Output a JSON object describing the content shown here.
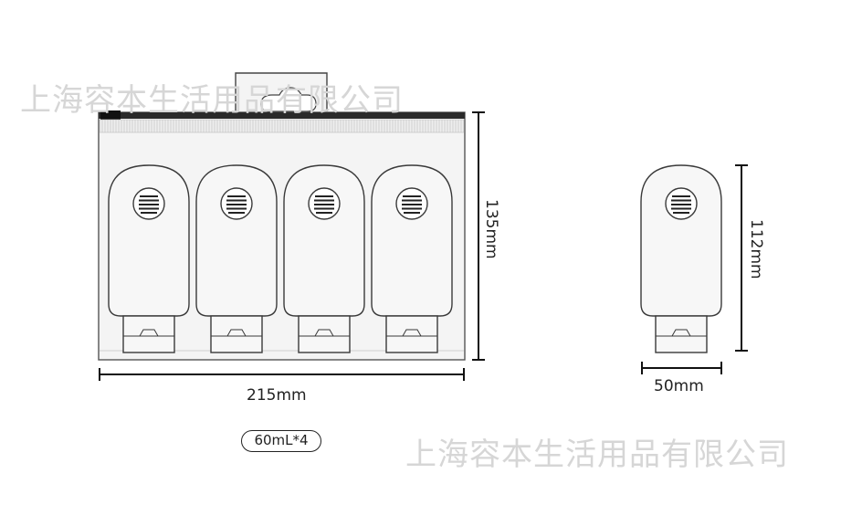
{
  "watermark": "上海容本生活用品有限公司",
  "dimensions": {
    "pack_width": "215mm",
    "pack_height": "135mm",
    "bottle_width": "50mm",
    "bottle_height": "112mm"
  },
  "capacity_label": "60mL*4",
  "bottle_count": 4,
  "colors": {
    "line": "#222222",
    "watermark": "#d6d6d6",
    "pouch_fill": "#f4f4f4",
    "bottle_fill": "#f7f7f7"
  }
}
